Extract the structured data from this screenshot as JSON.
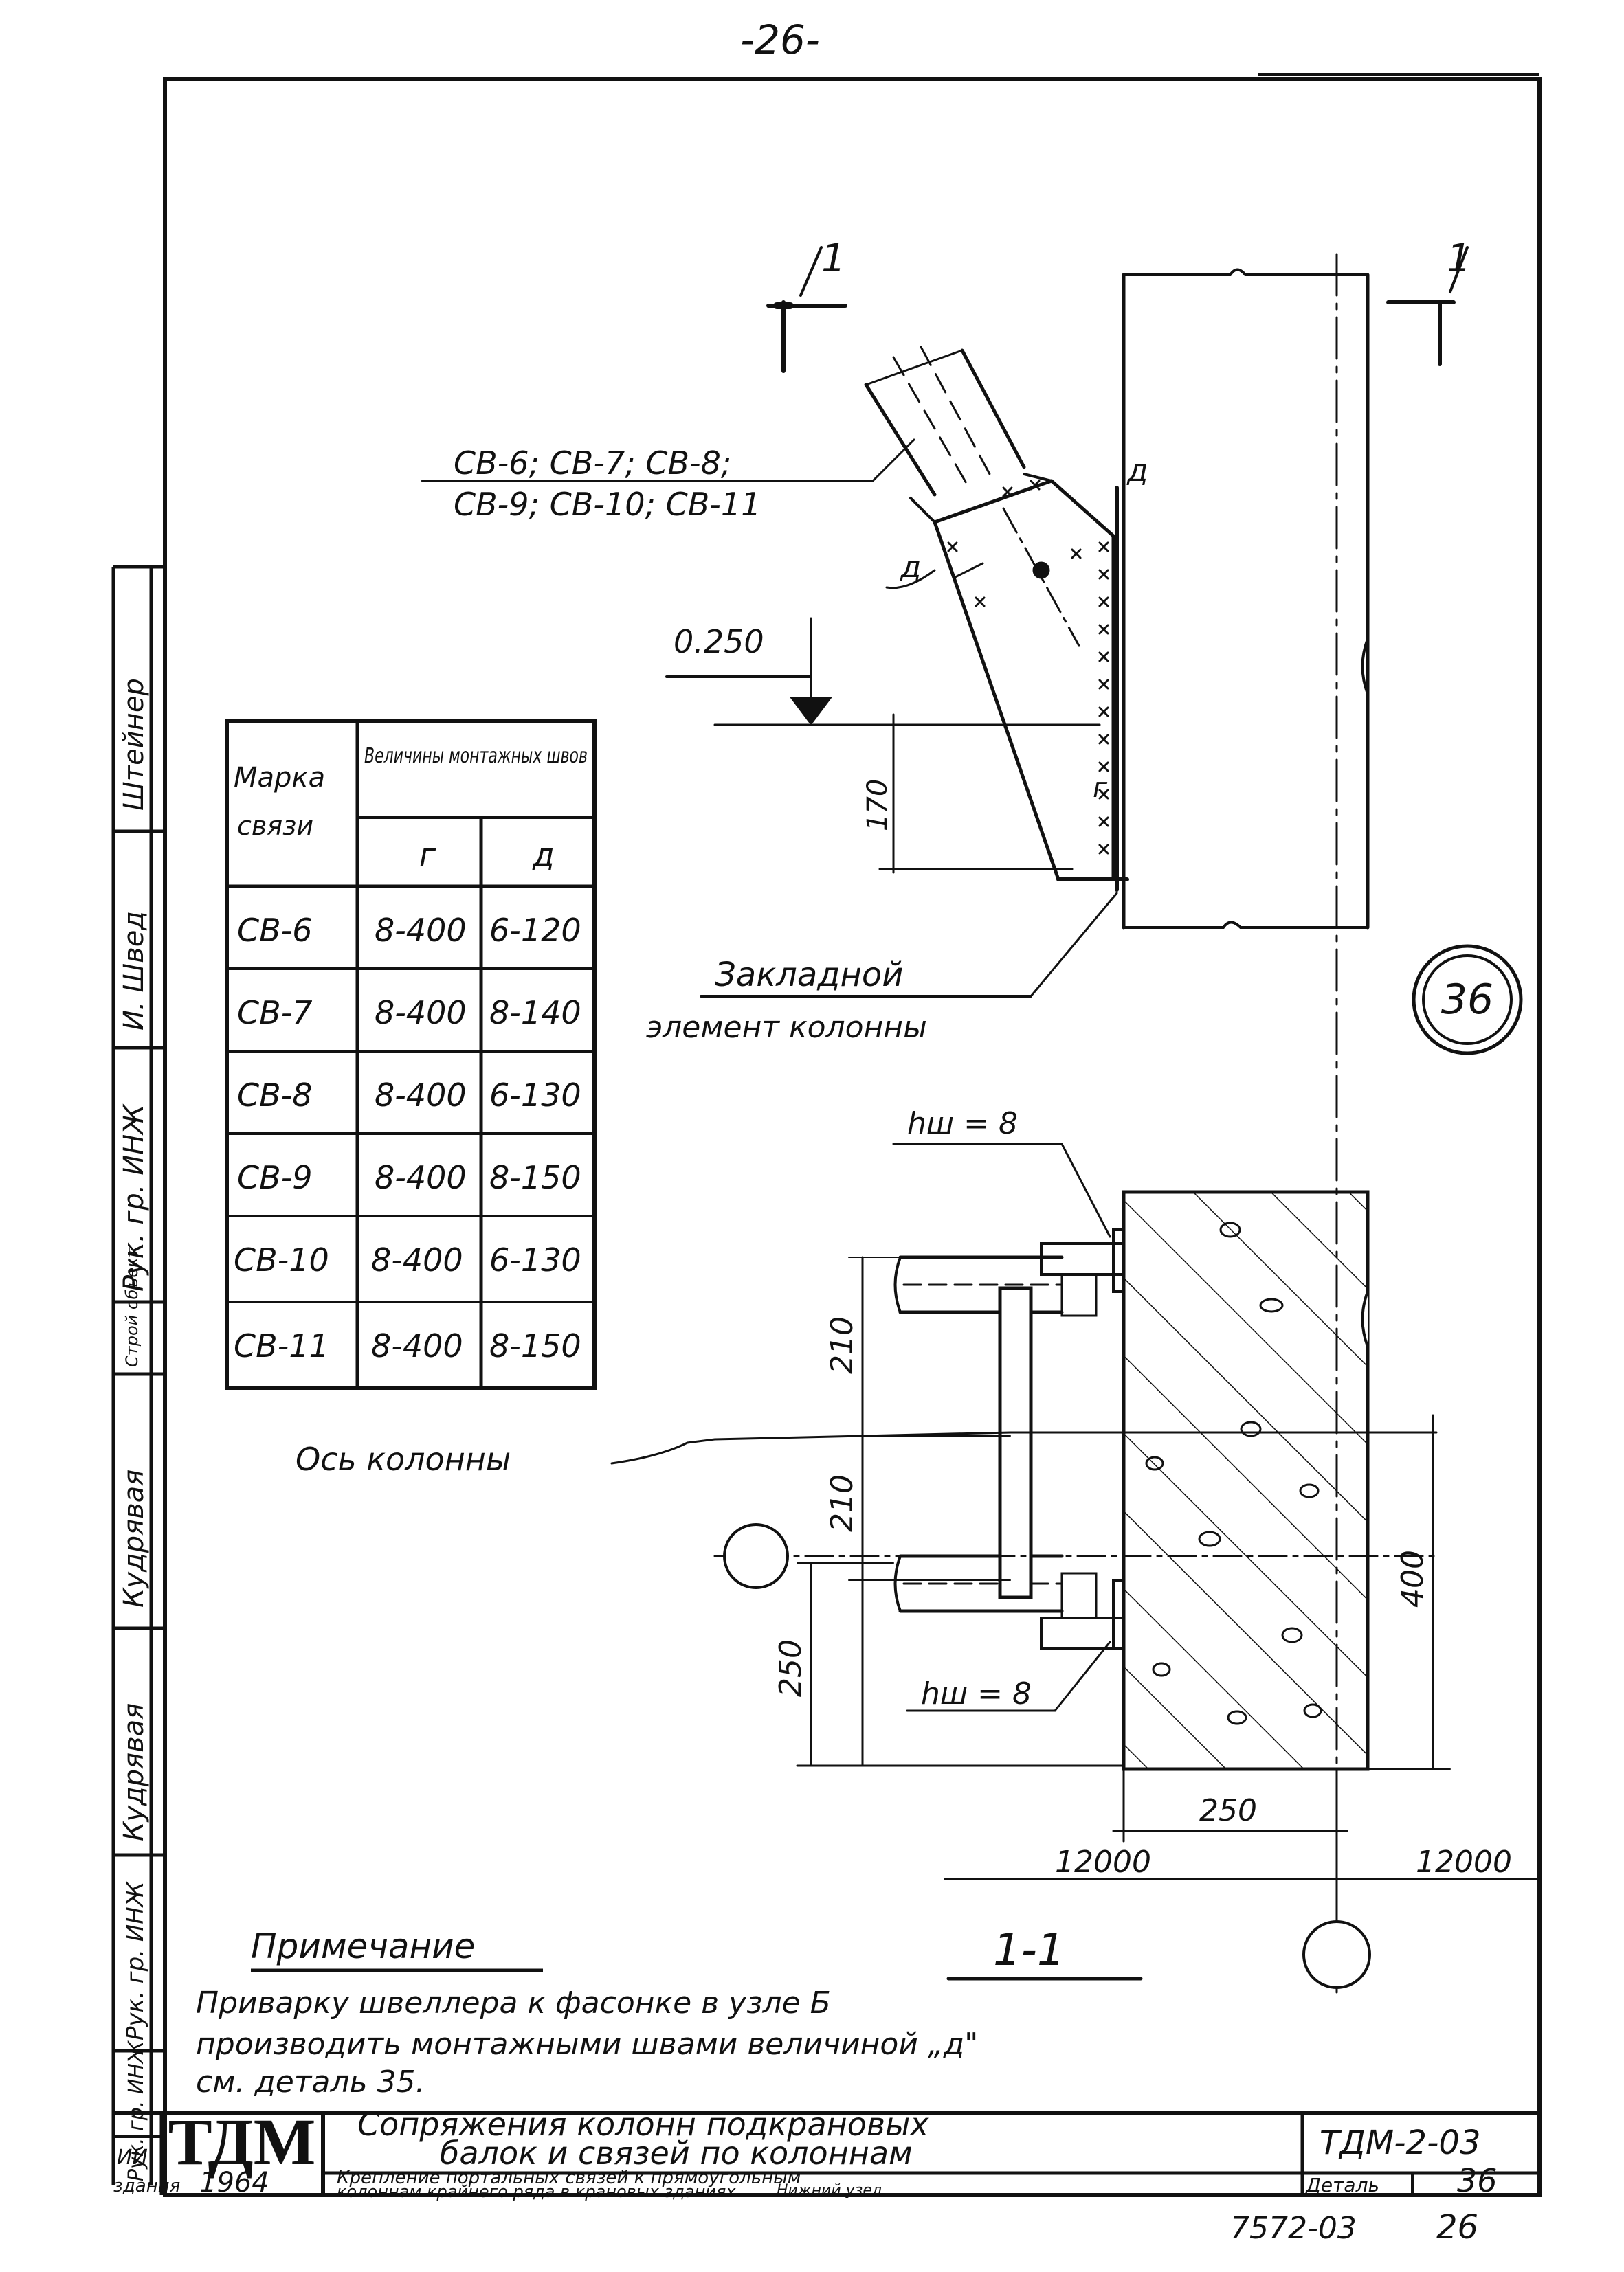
{
  "page": {
    "number": "-26-",
    "detail_circle": "36"
  },
  "section_mark": {
    "left": "1",
    "right": "1",
    "caption": "1-1"
  },
  "callouts": {
    "brace_marks_line1": "СВ-6; СВ-7; СВ-8;",
    "brace_marks_line2": "СВ-9; СВ-10; СВ-11",
    "weld_d_upper": "д",
    "weld_d_left": "д",
    "weld_g": "г",
    "elevation": "0.250",
    "embedded_line1": "Закладной",
    "embedded_line2": "элемент колонны",
    "hw_top": "hш = 8",
    "hw_bottom": "hш = 8",
    "column_axis": "Ось колонны"
  },
  "dimensions": {
    "d170": "170",
    "d210a": "210",
    "d210b": "210",
    "d250v": "250",
    "d400": "400",
    "d250h": "250",
    "span_left": "12000",
    "span_right": "12000"
  },
  "weld_table": {
    "header_mark_line1": "Марка",
    "header_mark_line2": "связи",
    "header_values": "Величины монтажных швов",
    "col_g": "г",
    "col_d": "д",
    "rows": [
      {
        "mark": "СВ-6",
        "g": "8-400",
        "d": "6-120"
      },
      {
        "mark": "СВ-7",
        "g": "8-400",
        "d": "8-140"
      },
      {
        "mark": "СВ-8",
        "g": "8-400",
        "d": "6-130"
      },
      {
        "mark": "СВ-9",
        "g": "8-400",
        "d": "8-150"
      },
      {
        "mark": "СВ-10",
        "g": "8-400",
        "d": "6-130"
      },
      {
        "mark": "СВ-11",
        "g": "8-400",
        "d": "8-150"
      }
    ]
  },
  "note": {
    "title": "Примечание",
    "line1": "Приварку швеллера к фасонке в узле Б",
    "line2": "производить монтажными швами величиной „д\"",
    "line3": "см. деталь 35."
  },
  "side_stamp": {
    "cells": [
      "Штейнер",
      "И. Швед",
      "Рук. гр. ИНЖ",
      "Строй объект",
      "Кудрявая",
      "Кудрявая",
      "Рук. гр. ИНЖ",
      "Рук. гр. ИНЖ"
    ]
  },
  "title_block": {
    "org": "ТДМ",
    "year": "1964",
    "title_line1": "Сопряжения колонн подкрановых",
    "title_line2": "балок и связей по колоннам",
    "sub_line1": "Крепление портальных связей к прямоугольным",
    "sub_line2": "колоннам крайнего ряда в крановых зданиях.",
    "sub_line3": "Нижний узел.",
    "code": "ТДМ-2-03",
    "detail_label": "Деталь",
    "detail_no": "36",
    "left_frag1": "ИИ",
    "left_frag2": "здания",
    "footer_code": "7572-03",
    "footer_page": "26"
  }
}
